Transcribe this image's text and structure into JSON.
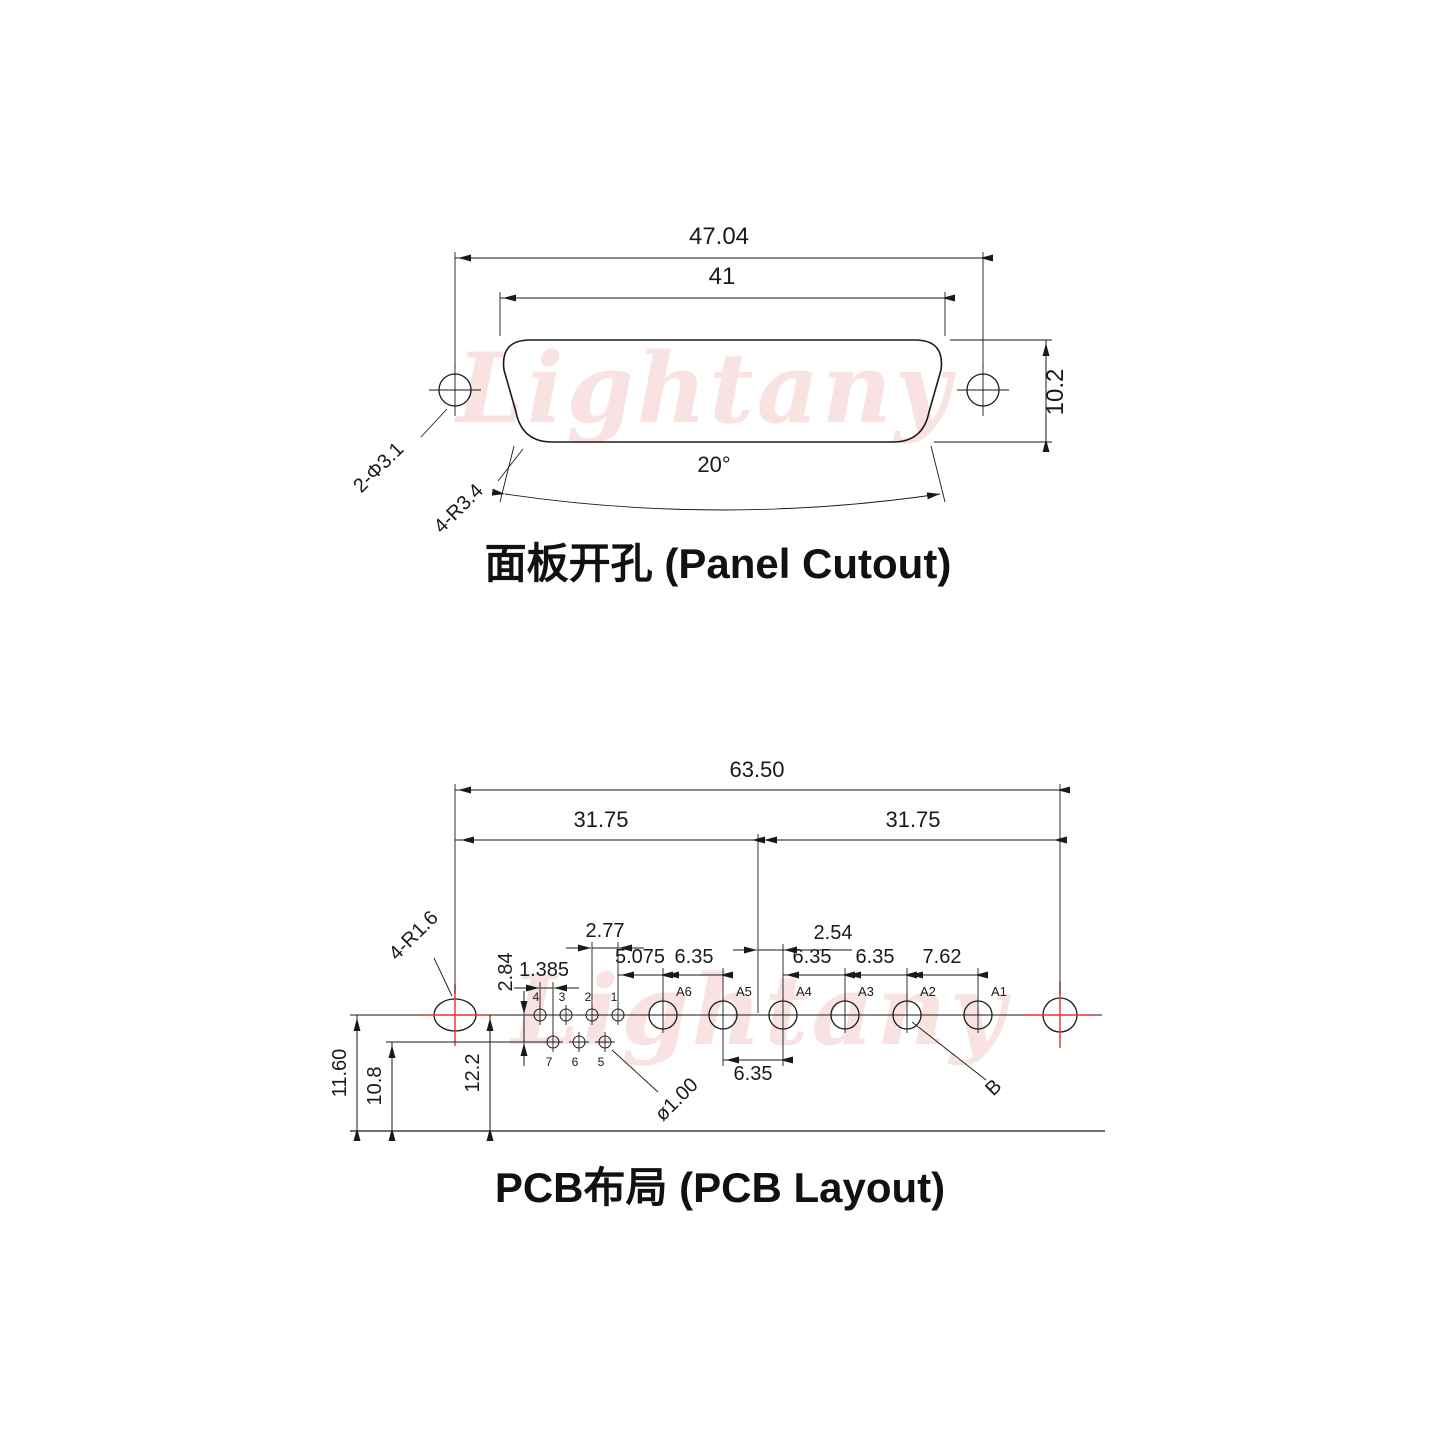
{
  "watermark": {
    "text": "Lightany"
  },
  "colors": {
    "line": "#1a1a1a",
    "accent_red": "#e8302e",
    "watermark_pink": "#f2c6c6"
  },
  "panel_cutout": {
    "title": "面板开孔 (Panel Cutout)",
    "dim_width_outer": "47.04",
    "dim_width_inner": "41",
    "dim_height": "10.2",
    "label_mount_holes": "2-Φ3.1",
    "label_corner_radius": "4-R3.4",
    "dim_side_angle": "20°"
  },
  "pcb_layout": {
    "title": "PCB布局 (PCB Layout)",
    "dim_total_width": "63.50",
    "dim_left_half": "31.75",
    "dim_right_half": "31.75",
    "dim_small_pin_pitch": "2.77",
    "dim_small_row_offset": "1.385",
    "dim_small_row_spacing": "2.84",
    "dim_pin1_to_a6": "5.075",
    "dim_a6_to_a5": "6.35",
    "dim_center_to_a4": "2.54",
    "dim_a4_to_a3": "6.35",
    "dim_a3_to_a2": "6.35",
    "dim_a2_to_a1": "7.62",
    "dim_a5_to_a4": "6.35",
    "dim_mount_to_edge": "11.60",
    "dim_row_to_edge": "10.8",
    "dim_center_to_edge": "12.2",
    "label_mount_slot": "4-R1.6",
    "label_small_pin_dia": "ø1.00",
    "label_row_b": "B",
    "large_pin_labels": [
      "A6",
      "A5",
      "A4",
      "A3",
      "A2",
      "A1"
    ],
    "small_pin_labels_top": [
      "4",
      "3",
      "2",
      "1"
    ],
    "small_pin_labels_bottom": [
      "7",
      "6",
      "5"
    ]
  }
}
